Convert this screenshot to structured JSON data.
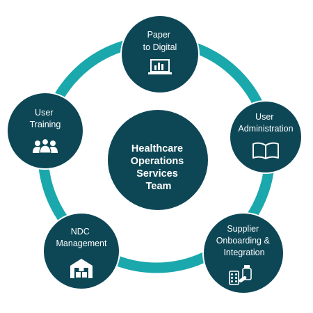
{
  "colors": {
    "ring": "#1aa8ad",
    "node": "#0d4756",
    "node_border": "#ffffff",
    "text": "#ffffff"
  },
  "center": {
    "lines": [
      "Healthcare",
      "Operations",
      "Services",
      "Team"
    ]
  },
  "nodes": [
    {
      "key": "paper-to-digital",
      "lines": [
        "Paper",
        "to Digital"
      ],
      "icon": "laptop-chart-icon"
    },
    {
      "key": "user-administration",
      "lines": [
        "User",
        "Administration"
      ],
      "icon": "open-book-icon"
    },
    {
      "key": "supplier-onboarding",
      "lines": [
        "Supplier",
        "Onboarding &",
        "Integration"
      ],
      "icon": "medicine-icon"
    },
    {
      "key": "ndc-management",
      "lines": [
        "NDC",
        "Management"
      ],
      "icon": "warehouse-icon"
    },
    {
      "key": "user-training",
      "lines": [
        "User",
        "Training"
      ],
      "icon": "people-group-icon"
    }
  ]
}
